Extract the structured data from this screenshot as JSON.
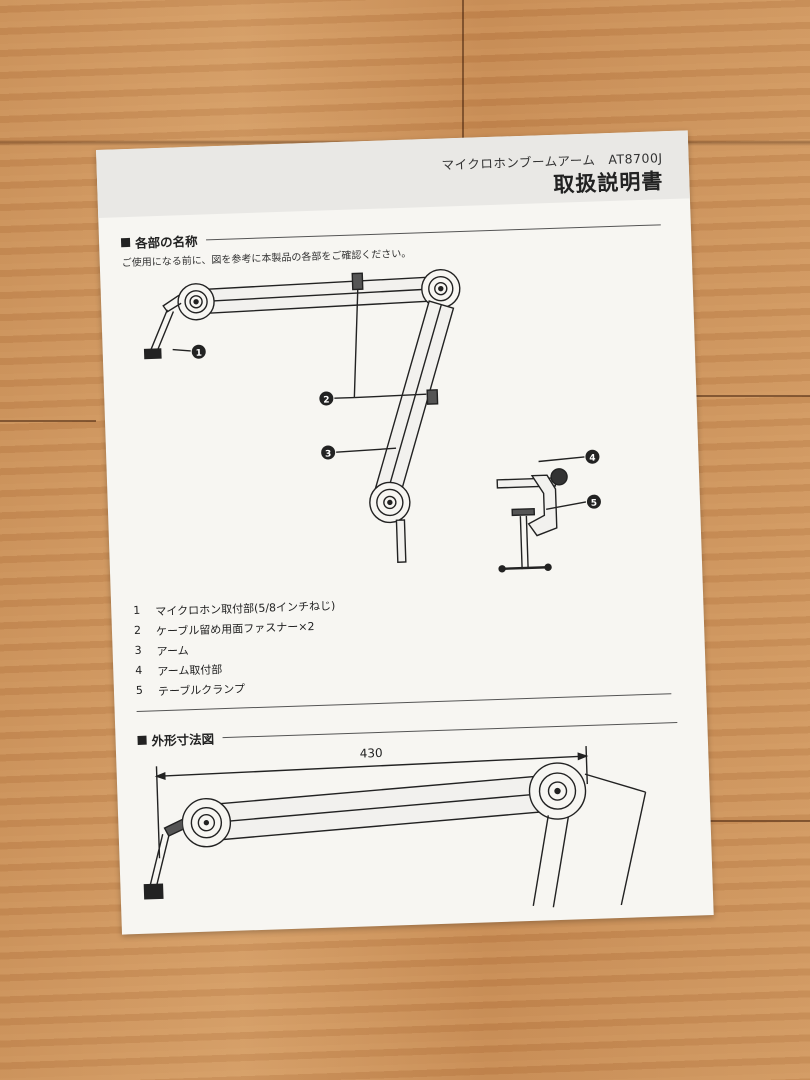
{
  "header": {
    "product_name": "マイクロホンブームアーム　AT8700J",
    "doc_title": "取扱説明書"
  },
  "section_parts": {
    "heading": "各部の名称",
    "intro": "ご使用になる前に、図を参考に本製品の各部をご確認ください。",
    "callouts": [
      "1",
      "2",
      "3",
      "4",
      "5"
    ],
    "items": [
      {
        "num": "1",
        "label": "マイクロホン取付部(5/8インチねじ)"
      },
      {
        "num": "2",
        "label": "ケーブル留め用面ファスナー×2"
      },
      {
        "num": "3",
        "label": "アーム"
      },
      {
        "num": "4",
        "label": "アーム取付部"
      },
      {
        "num": "5",
        "label": "テーブルクランプ"
      }
    ]
  },
  "section_dimensions": {
    "heading": "外形寸法図",
    "width_value": "430"
  }
}
